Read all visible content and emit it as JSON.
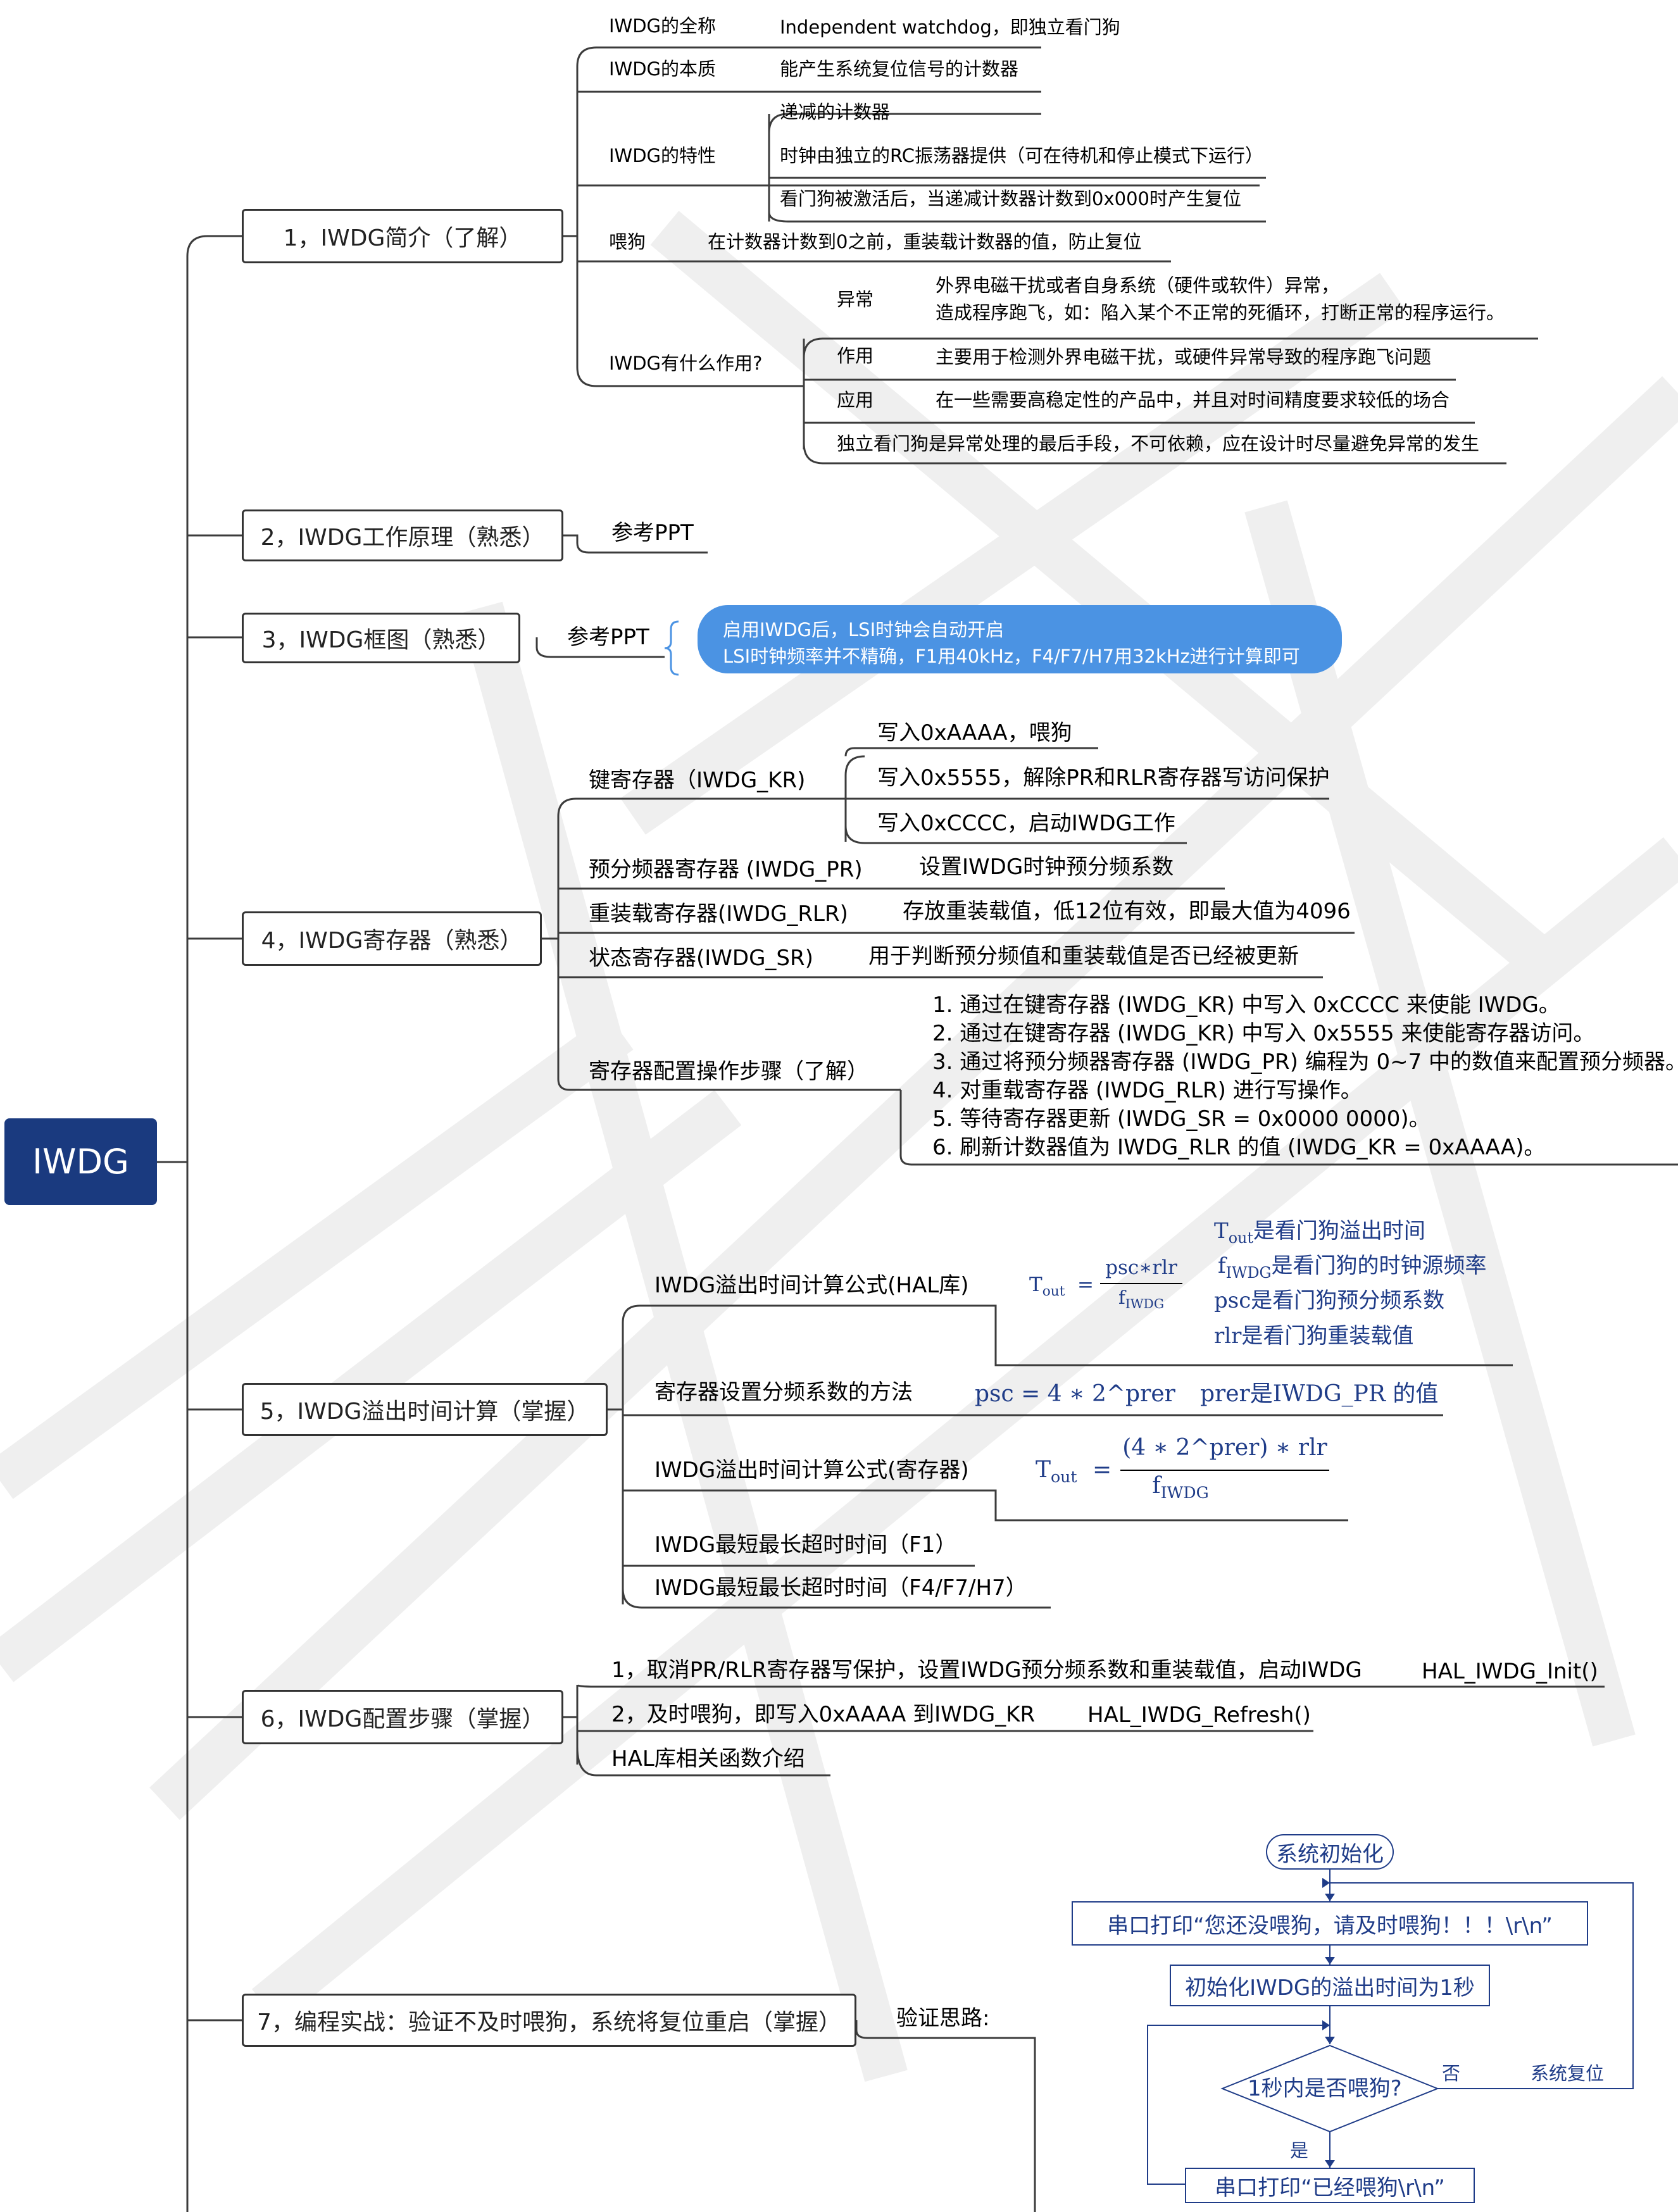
{
  "root": {
    "label": "IWDG"
  },
  "sections": [
    {
      "label": "1，IWDG简介（了解）",
      "items": [
        {
          "label": "IWDG的全称",
          "value": "Independent watchdog，即独立看门狗"
        },
        {
          "label": "IWDG的本质",
          "value": "能产生系统复位信号的计数器"
        },
        {
          "label": "IWDG的特性",
          "values": [
            "递减的计数器",
            "时钟由独立的RC振荡器提供（可在待机和停止模式下运行）",
            "看门狗被激活后，当递减计数器计数到0x000时产生复位"
          ]
        },
        {
          "label": "喂狗",
          "value": "在计数器计数到0之前，重装载计数器的值，防止复位"
        },
        {
          "label": "IWDG有什么作用?",
          "children": [
            {
              "label": "异常",
              "value_lines": [
                "外界电磁干扰或者自身系统（硬件或软件）异常，",
                "造成程序跑飞，如：陷入某个不正常的死循环，打断正常的程序运行。"
              ]
            },
            {
              "label": "作用",
              "value": "主要用于检测外界电磁干扰，或硬件异常导致的程序跑飞问题"
            },
            {
              "label": "应用",
              "value": "在一些需要高稳定性的产品中，并且对时间精度要求较低的场合"
            },
            {
              "label": "独立看门狗是异常处理的最后手段，不可依赖，应在设计时尽量避免异常的发生"
            }
          ]
        }
      ]
    },
    {
      "label": "2，IWDG工作原理（熟悉）",
      "items": [
        {
          "label": "参考PPT"
        }
      ]
    },
    {
      "label": "3，IWDG框图（熟悉）",
      "items": [
        {
          "label": "参考PPT",
          "note_lines": [
            "启用IWDG后，LSI时钟会自动开启",
            "LSI时钟频率并不精确，F1用40kHz，F4/F7/H7用32kHz进行计算即可"
          ]
        }
      ]
    },
    {
      "label": "4，IWDG寄存器（熟悉）",
      "items": [
        {
          "label": "键寄存器（IWDG_KR)",
          "values": [
            "写入0xAAAA，喂狗",
            "写入0x5555，解除PR和RLR寄存器写访问保护",
            "写入0xCCCC，启动IWDG工作"
          ]
        },
        {
          "label": "预分频器寄存器 (IWDG_PR)",
          "value": "设置IWDG时钟预分频系数"
        },
        {
          "label": "重装载寄存器(IWDG_RLR)",
          "value": "存放重装载值，低12位有效，即最大值为4096"
        },
        {
          "label": "状态寄存器(IWDG_SR)",
          "value": "用于判断预分频值和重装载值是否已经被更新"
        },
        {
          "label": "寄存器配置操作步骤（了解）",
          "steps": [
            "1. 通过在键寄存器 (IWDG_KR) 中写入 0xCCCC 来使能 IWDG。",
            "2. 通过在键寄存器 (IWDG_KR) 中写入 0x5555 来使能寄存器访问。",
            "3. 通过将预分频器寄存器 (IWDG_PR) 编程为 0~7 中的数值来配置预分频器。",
            "4. 对重载寄存器 (IWDG_RLR) 进行写操作。",
            "5. 等待寄存器更新 (IWDG_SR = 0x0000 0000)。",
            "6. 刷新计数器值为 IWDG_RLR 的值 (IWDG_KR = 0xAAAA)。"
          ]
        }
      ]
    },
    {
      "label": "5，IWDG溢出时间计算（掌握）",
      "items": [
        {
          "label": "IWDG溢出时间计算公式(HAL库)",
          "formula": {
            "lhs": "T",
            "lhs_sub": "out",
            "eq": "=",
            "num": "psc∗rlr",
            "den": "f",
            "den_sub": "IWDG"
          },
          "legend": [
            {
              "main": "T",
              "sub": "out",
              "text": "是看门狗溢出时间"
            },
            {
              "main": "f",
              "sub": "IWDG",
              "text": "是看门狗的时钟源频率"
            },
            {
              "main": "psc",
              "sub": "",
              "text": "是看门狗预分频系数"
            },
            {
              "main": "rlr",
              "sub": "",
              "text": "是看门狗重装载值"
            }
          ]
        },
        {
          "label": "寄存器设置分频系数的方法",
          "formula_text": "psc  = 4 ∗ 2^prer",
          "note": "prer是IWDG_PR 的值"
        },
        {
          "label": "IWDG溢出时间计算公式(寄存器)",
          "formula": {
            "lhs": "T",
            "lhs_sub": "out",
            "eq": "=",
            "num": "(4 ∗ 2^prer) ∗ rlr",
            "den": "f",
            "den_sub": "IWDG"
          }
        },
        {
          "label": "IWDG最短最长超时时间（F1）"
        },
        {
          "label": "IWDG最短最长超时时间（F4/F7/H7）"
        }
      ]
    },
    {
      "label": "6，IWDG配置步骤（掌握）",
      "items": [
        {
          "label": "1，取消PR/RLR寄存器写保护，设置IWDG预分频系数和重装载值，启动IWDG",
          "func": "HAL_IWDG_Init()"
        },
        {
          "label": "2，及时喂狗，即写入0xAAAA 到IWDG_KR",
          "func": "HAL_IWDG_Refresh()"
        },
        {
          "label": "HAL库相关函数介绍"
        }
      ]
    },
    {
      "label": "7，编程实战：验证不及时喂狗，系统将复位重启（掌握）",
      "items": [
        {
          "label": "验证思路:"
        }
      ],
      "flowchart": {
        "start": "系统初始化",
        "step1": "串口打印“您还没喂狗，请及时喂狗！！！\\r\\n”",
        "step2": "初始化IWDG的溢出时间为1秒",
        "decision": "1秒内是否喂狗?",
        "no_label": "否",
        "reset_label": "系统复位",
        "yes_label": "是",
        "step3": "串口打印“已经喂狗\\r\\n”"
      }
    }
  ],
  "colors": {
    "root_fill": "#1a3a7f",
    "line": "#3c3c3c",
    "bubble": "#4b93e3",
    "math": "#1f3c88",
    "watermark": "#efefef"
  }
}
